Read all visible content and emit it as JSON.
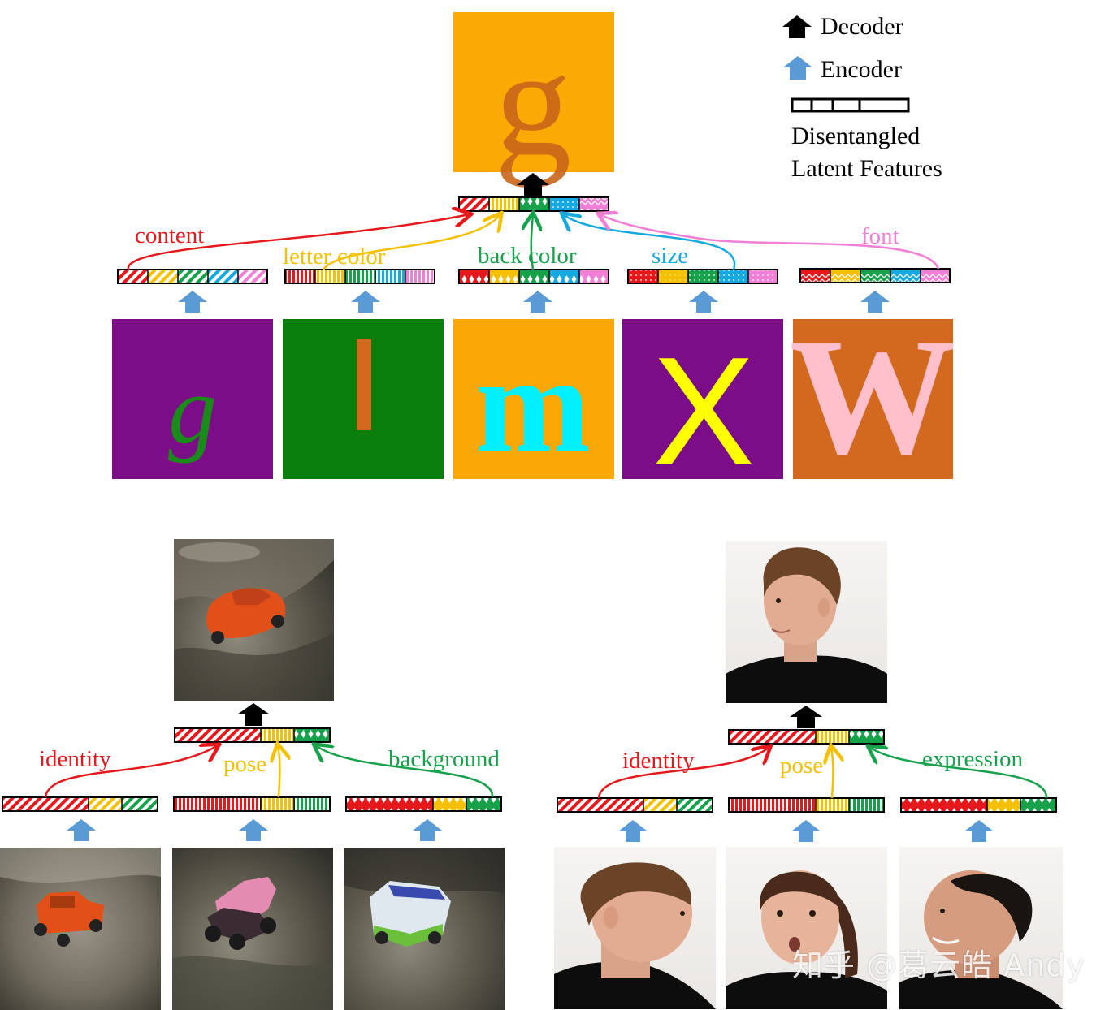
{
  "legend": {
    "decoder_label": "Decoder",
    "encoder_label": "Encoder",
    "latent_label_line1": "Disentangled",
    "latent_label_line2": "Latent Features"
  },
  "colors": {
    "red": "#e5191b",
    "yellow": "#f5c000",
    "green": "#17a14a",
    "blue": "#16a9e0",
    "pink": "#f17fd6",
    "encoder_arrow": "#5b9bd5",
    "decoder_arrow": "#000000"
  },
  "letters": {
    "output_glyph": "g",
    "output_bg": "#fbaa05",
    "output_fg": "#c9651a",
    "inputs": [
      {
        "glyph": "g",
        "bg": "#7b0d87",
        "fg": "#1a8a1a",
        "attribute": "content",
        "attr_color": "#e5191b"
      },
      {
        "glyph": "l",
        "bg": "#0a7e0a",
        "fg": "#d2691e",
        "attribute": "letter color",
        "attr_color": "#f5c000"
      },
      {
        "glyph": "m",
        "bg": "#fba705",
        "fg": "#00f0ff",
        "attribute": "back color",
        "attr_color": "#17a14a"
      },
      {
        "glyph": "X",
        "bg": "#7b0d87",
        "fg": "#ffff00",
        "attribute": "size",
        "attr_color": "#16a9e0"
      },
      {
        "glyph": "W",
        "bg": "#d2691e",
        "fg": "#ffc0cb",
        "attribute": "font",
        "attr_color": "#f17fd6"
      }
    ]
  },
  "cars": {
    "attributes": [
      {
        "label": "identity",
        "color": "#e5191b"
      },
      {
        "label": "pose",
        "color": "#f5c000"
      },
      {
        "label": "background",
        "color": "#17a14a"
      }
    ]
  },
  "faces": {
    "attributes": [
      {
        "label": "identity",
        "color": "#e5191b"
      },
      {
        "label": "pose",
        "color": "#f5c000"
      },
      {
        "label": "expression",
        "color": "#17a14a"
      }
    ]
  },
  "watermark": "知乎 @葛云皓 Andy"
}
